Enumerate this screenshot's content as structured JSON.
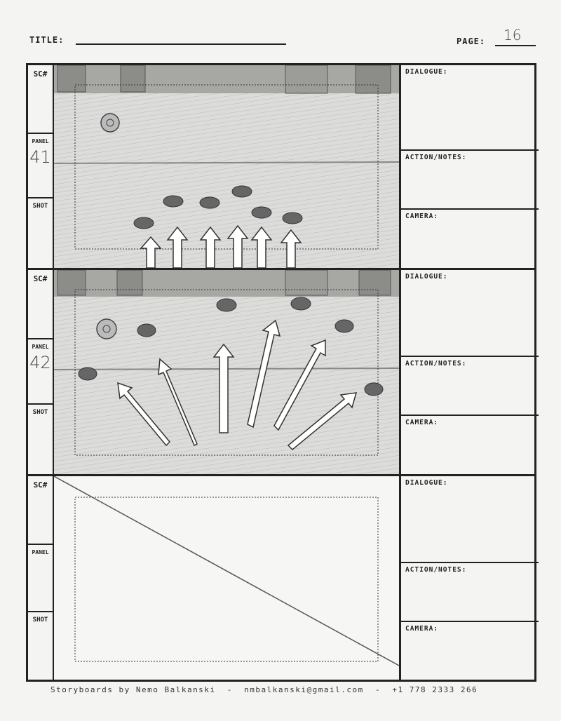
{
  "header": {
    "title_label": "TITLE:",
    "title_value": "",
    "page_label": "PAGE:",
    "page_value": "16"
  },
  "labels": {
    "scene": "SC#",
    "panel": "PANEL",
    "shot": "SHOT",
    "dialogue": "DIALOGUE:",
    "action": "ACTION/NOTES:",
    "camera": "CAMERA:"
  },
  "panels": [
    {
      "panel_number": "41"
    },
    {
      "panel_number": "42"
    },
    {
      "panel_number": ""
    }
  ],
  "footer": {
    "credit": "Storyboards by Nemo Balkanski  -  nmbalkanski@gmail.com  -  +1 778 2333 266"
  },
  "colors": {
    "ink": "#222222",
    "paper": "#f4f4f2",
    "pencil": "#8a8a8a"
  }
}
